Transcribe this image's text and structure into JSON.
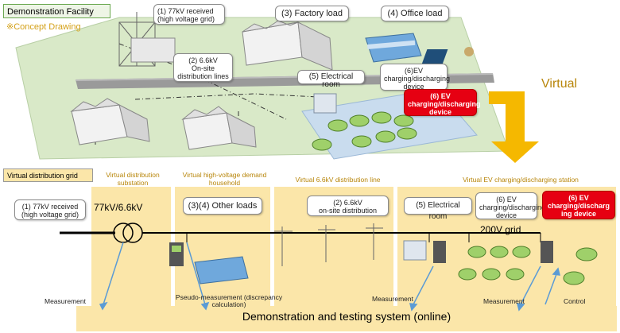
{
  "top": {
    "facility_label": "Demonstration Facility",
    "concept_label": "※Concept Drawing",
    "virtual_label": "Virtual",
    "callouts": {
      "hv_received": "(1) 77kV received\n(high voltage grid)",
      "factory": "(3) Factory load",
      "office": "(4) Office load",
      "distribution": "(2) 6.6kV\nOn-site\ndistribution lines",
      "electrical_room": "(5) Electrical room",
      "ev_device": "(6)EV\ncharging/discharging\ndevice",
      "ev_device_red": "(6) EV\ncharging/discharging\ndevice"
    }
  },
  "bottom": {
    "grid_label": "Virtual distribution grid",
    "section_labels": {
      "substation": "Virtual distribution\nsubstation",
      "demand": "Virtual high-voltage demand\nhousehold",
      "line": "Virtual 6.6kV distribution line",
      "ev_station": "Virtual EV charging/discharging station"
    },
    "callouts": {
      "hv_received": "(1) 77kV received\n(high voltage grid)",
      "loads": "(3)(4) Other loads",
      "distribution": "(2) 6.6kV\non-site distribution",
      "electrical_room": "(5) Electrical room",
      "ev_device": "(6) EV\ncharging/discharging\ndevice",
      "ev_device_red": "(6) EV\ncharging/discharg\ning device"
    },
    "voltage_label": "77kV/6.6kV",
    "grid_200v": "200V grid",
    "measurements": {
      "m1": "Measurement",
      "pseudo": "Pseudo-measurement (discrepancy\ncalculation)",
      "m2": "Measurement",
      "m3": "Measurement",
      "control": "Control"
    },
    "system_label": "Demonstration and testing system (online)"
  },
  "colors": {
    "zone": "#fbe6a9",
    "arrow": "#f5b800",
    "red": "#e60012",
    "label_green_border": "#6aa84f",
    "measure_arrow": "#5b9bd5"
  }
}
